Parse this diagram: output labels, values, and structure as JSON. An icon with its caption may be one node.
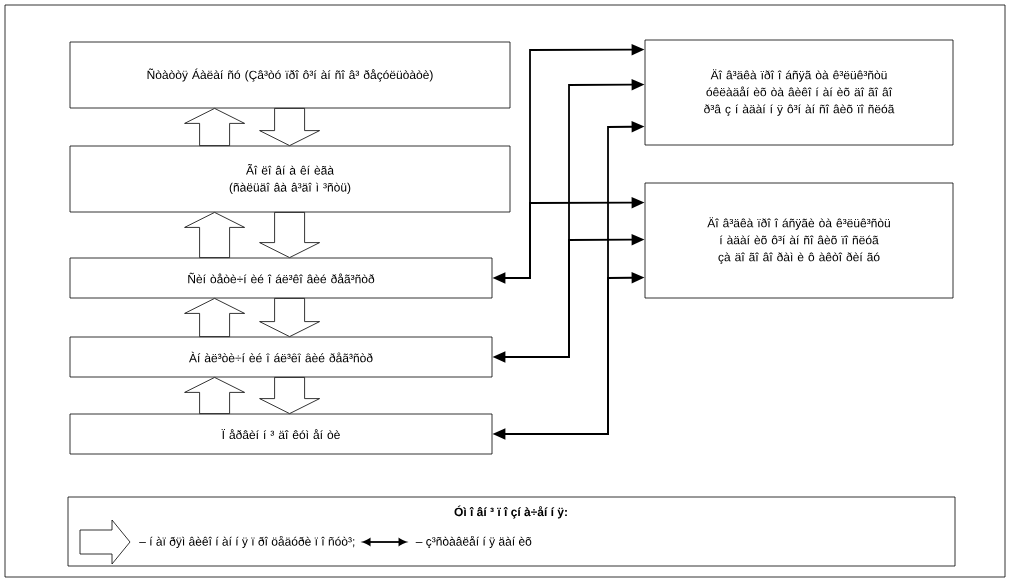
{
  "diagram": {
    "nodes": [
      {
        "text": [
          "Ñòàòòÿ Áàëàí ñó (Çâ³òó ïðî ô³í àí ñî â³ ðåçóëüòàòè)"
        ]
      },
      {
        "text": [
          "Ãî ëî âí à êí èãà (ñàëüäî âà â³äî ì ³ñòü)"
        ]
      },
      {
        "text": [
          "Ñèí òåòè÷í èé î áë³êî âèé ðåã³ñòð"
        ]
      },
      {
        "text": [
          "Àí àë³òè÷í èé î áë³êî âèé ðåã³ñòð"
        ]
      },
      {
        "text": [
          "Ï åðâèí í ³ äî êóì åí òè"
        ]
      },
      {
        "text": [
          "Äî â³äêà ïðî î áñÿã òà ê³ëüê³ñòü óêëàäåí èõ òà âèêî í àí èõ äî ãî âî ð³â ç í àäàí í ÿ ô³í àí ñî âèõ ïî ñëóã"
        ]
      },
      {
        "text": [
          "Äî â³äêà ïðî î áñÿãè òà ê³ëüê³ñòü í àäàí èõ ô³í àí ñî âèõ ïî ñëóã çà äî ãî âî ðàì è ô àêòî ðèí ãó"
        ]
      }
    ],
    "edges": [
      {
        "from": 1,
        "to": 0,
        "arrow": "to"
      },
      {
        "from": 0,
        "to": 1,
        "arrow": "to"
      },
      {
        "from": 2,
        "to": 1,
        "arrow": "to"
      },
      {
        "from": 1,
        "to": 2,
        "arrow": "to"
      },
      {
        "from": 3,
        "to": 2,
        "arrow": "to"
      },
      {
        "from": 2,
        "to": 3,
        "arrow": "to"
      },
      {
        "from": 4,
        "to": 3,
        "arrow": "to"
      },
      {
        "from": 3,
        "to": 4,
        "arrow": "to"
      },
      {
        "from": 2,
        "to": 5,
        "arrow": "both"
      },
      {
        "from": 2,
        "to": 6,
        "arrow": "to"
      },
      {
        "from": 3,
        "to": 5,
        "arrow": "both"
      },
      {
        "from": 3,
        "to": 6,
        "arrow": "to"
      },
      {
        "from": 4,
        "to": 5,
        "arrow": "both"
      },
      {
        "from": 4,
        "to": 6,
        "arrow": "to"
      }
    ],
    "labels": [
      "Óì î âí ³ ï î çí à÷åí í ÿ:"
    ],
    "legend": [
      {
        "text": "– í àï ðÿì âèêî í àí í ÿ ï ðî öåäóðè ï î ñóò³;"
      },
      {
        "text": "– ç³ñòàâëåí í ÿ äàí èõ"
      }
    ]
  }
}
